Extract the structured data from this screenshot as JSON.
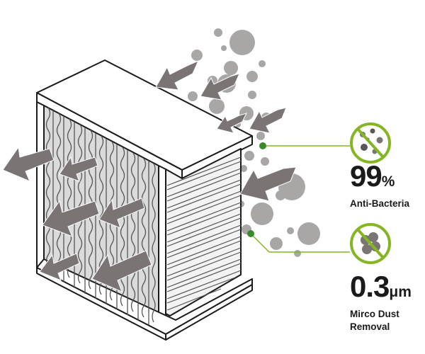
{
  "colors": {
    "accent_green": "#84b624",
    "particle_gray": "#a9a6a6",
    "arrow_gray": "#7a7574",
    "outline": "#1a1a1a"
  },
  "features": [
    {
      "icon": "bacteria-prohibited-icon",
      "value": "99",
      "unit": "%",
      "caption_lines": [
        "Anti-Bacteria"
      ]
    },
    {
      "icon": "dust-prohibited-icon",
      "value": "0.3",
      "unit": "μm",
      "caption_lines": [
        "Mirco Dust",
        "Removal"
      ]
    }
  ]
}
